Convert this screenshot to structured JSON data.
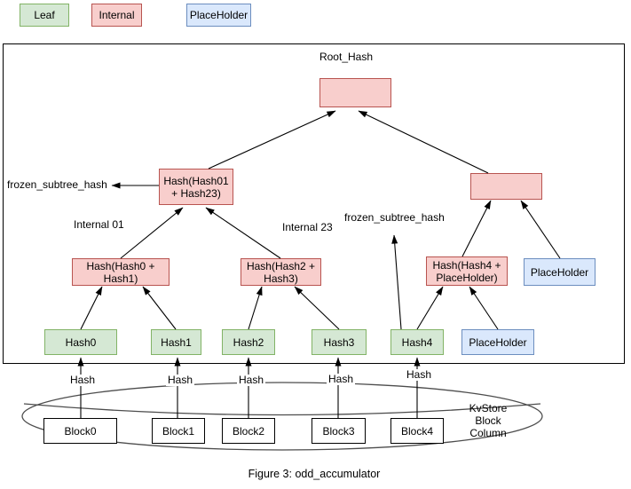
{
  "colors": {
    "leaf_fill": "#d5e8d4",
    "leaf_border": "#82b366",
    "internal_fill": "#f8cecc",
    "internal_border": "#b85450",
    "placeholder_fill": "#dae8fc",
    "placeholder_border": "#6c8ebf",
    "line": "#000000",
    "cylinder_stroke": "#4d4d4d"
  },
  "legend": {
    "items": [
      {
        "label": "Leaf",
        "type": "leaf"
      },
      {
        "label": "Internal",
        "type": "internal"
      },
      {
        "label": "PlaceHolder",
        "type": "placeholder"
      }
    ]
  },
  "tree": {
    "root_title": "Root_Hash",
    "nodes": {
      "hash0123": "Hash(Hash01 + Hash23)",
      "hash01": "Hash(Hash0 + Hash1)",
      "hash23": "Hash(Hash2 + Hash3)",
      "hash4ph": "Hash(Hash4 + PlaceHolder)",
      "placeholder_mid": "PlaceHolder",
      "placeholder_leaf": "PlaceHolder"
    },
    "leaves": [
      "Hash0",
      "Hash1",
      "Hash2",
      "Hash3",
      "Hash4"
    ],
    "annotations": {
      "frozen_left": "frozen_subtree_hash",
      "frozen_right": "frozen_subtree_hash",
      "internal01": "Internal 01",
      "internal23": "Internal 23"
    }
  },
  "storage": {
    "hash_labels": [
      "Hash",
      "Hash",
      "Hash",
      "Hash",
      "Hash"
    ],
    "blocks": [
      "Block0",
      "Block1",
      "Block2",
      "Block3",
      "Block4"
    ],
    "store_lines": [
      "KvStore",
      "Block",
      "Column"
    ]
  },
  "caption": "Figure 3: odd_accumulator"
}
